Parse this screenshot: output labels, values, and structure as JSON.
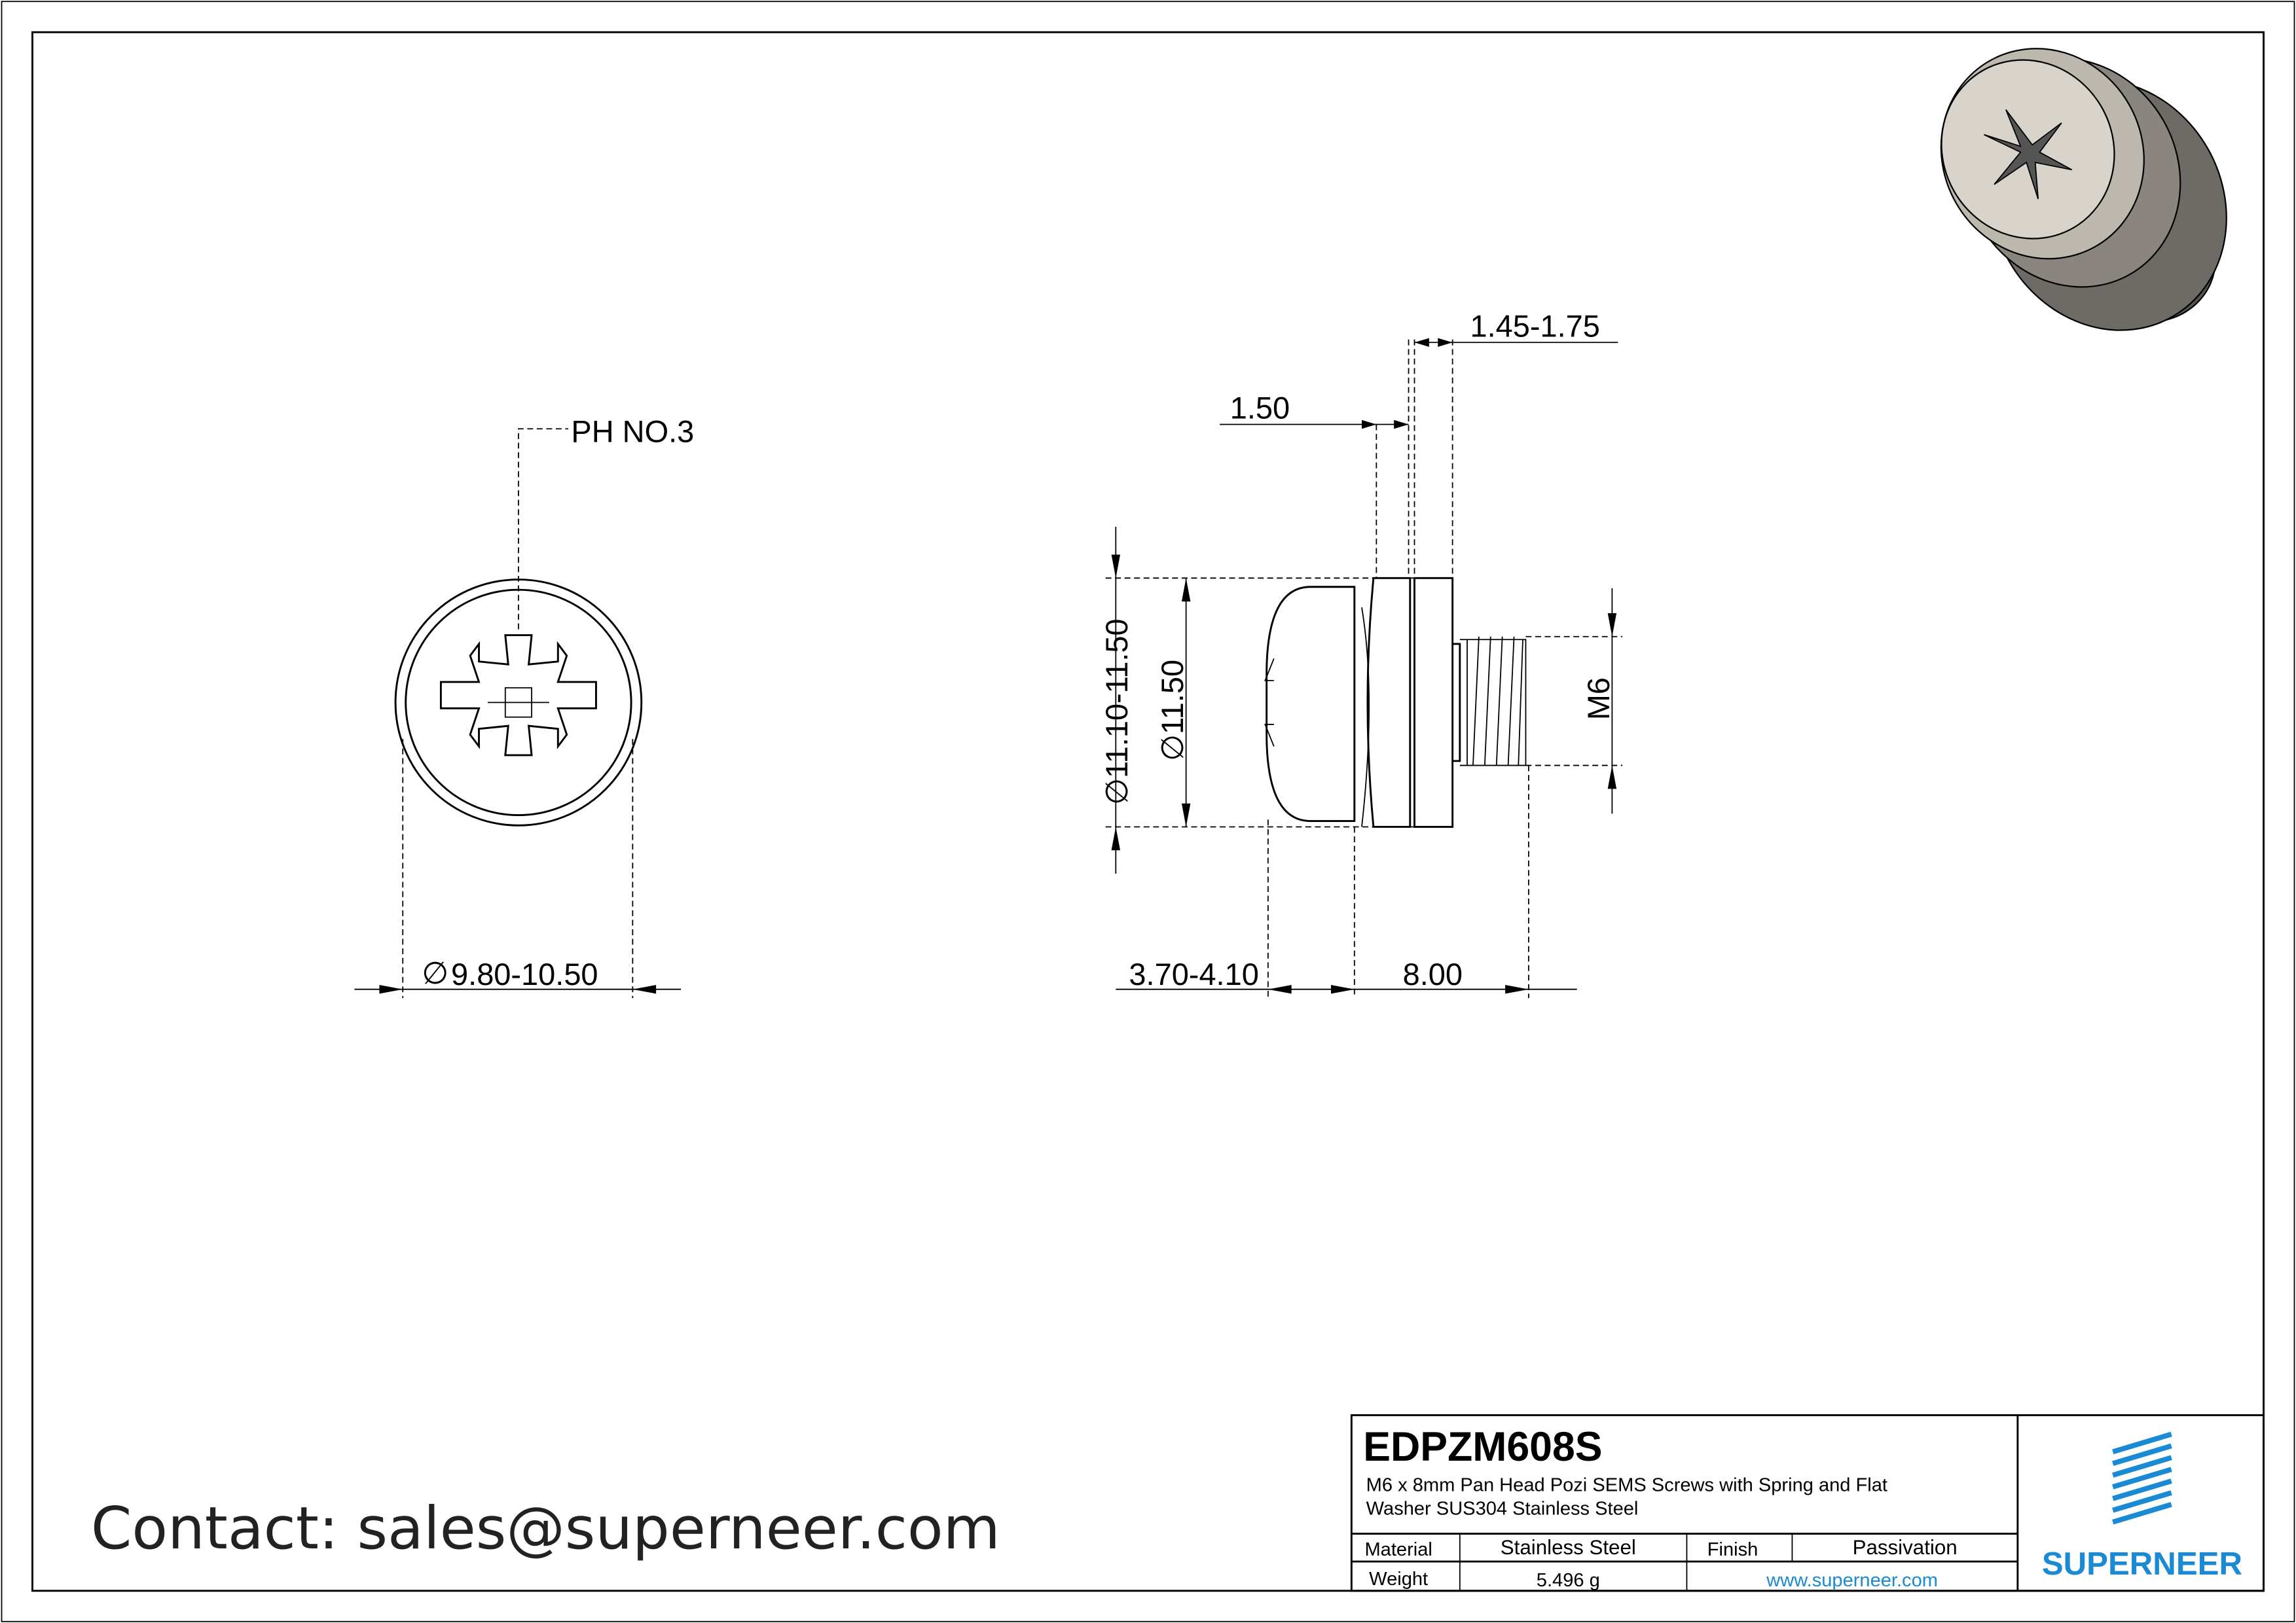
{
  "drawing": {
    "callout_drive": "PH NO.3",
    "dim_head_diameter": "9.80-10.50",
    "dim_washer_thickness": "1.45-1.75",
    "dim_spring_thickness": "1.50",
    "dim_washer_diameter": "11.10-11.50",
    "dim_spring_diameter": "11.50",
    "dim_thread": "M6",
    "dim_head_height": "3.70-4.10",
    "dim_length": "8.00",
    "diameter_symbol": "∅"
  },
  "contact": "Contact: sales@superneer.com",
  "title_block": {
    "part_number": "EDPZM608S",
    "description_line1": "M6 x 8mm Pan Head Pozi SEMS Screws with Spring and Flat",
    "description_line2": "Washer SUS304 Stainless Steel",
    "material_label": "Material",
    "material_value": "Stainless Steel",
    "finish_label": "Finish",
    "finish_value": "Passivation",
    "weight_label": "Weight",
    "weight_value": "5.496 g",
    "website": "www.superneer.com",
    "brand": "SUPERNEER",
    "brand_color": "#1a8ad4"
  }
}
